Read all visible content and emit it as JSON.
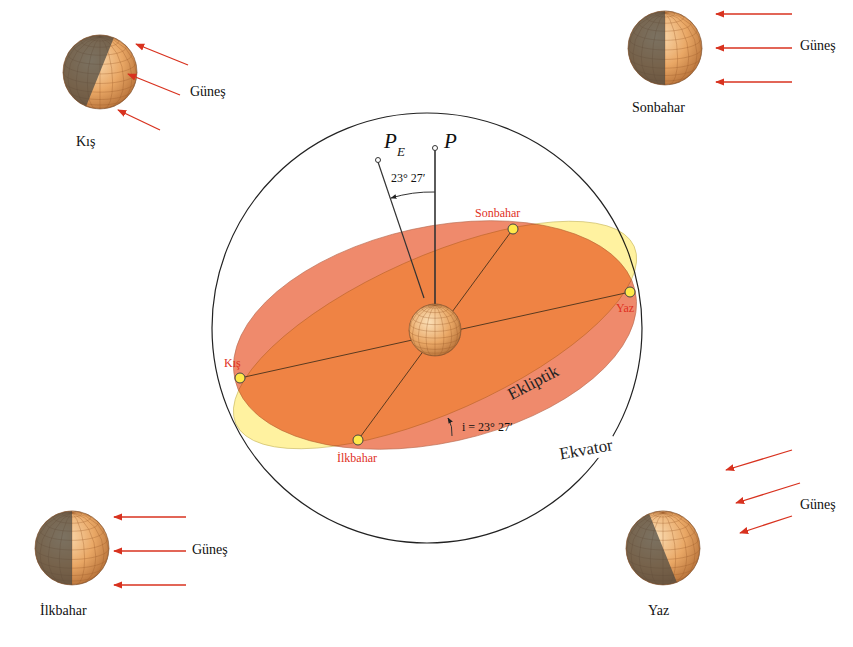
{
  "diagram": {
    "labels": [
      "Kış",
      "Güneş",
      "Sonbahar",
      "Güneş",
      "P",
      "E",
      "P",
      "23° 27′",
      "Sonbahar",
      "Yaz",
      "Kış",
      "Ekliptik",
      "İlkbahar",
      "i = 23° 27′",
      "Ekvator",
      "Güneş",
      "Güneş",
      "İlkbahar",
      "Yaz"
    ]
  }
}
